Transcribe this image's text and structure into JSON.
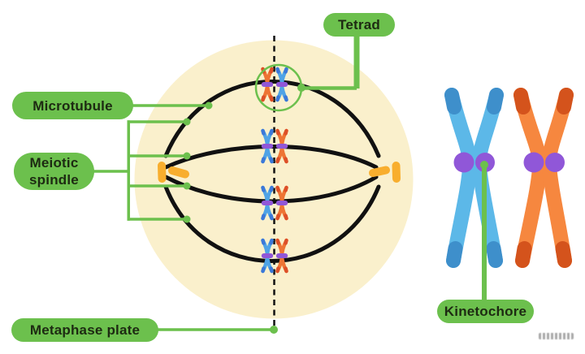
{
  "labels": {
    "tetrad": "Tetrad",
    "microtubule": "Microtubule",
    "meiotic_spindle": "Meiotic spindle",
    "metaphase_plate": "Metaphase plate",
    "kinetochore": "Kinetochore"
  },
  "colors": {
    "background": "#FFFFFF",
    "label_green": "#6CC04D",
    "label_text": "#1D2A12",
    "cell_fill": "#FAF0CC",
    "spindle_black": "#111111",
    "centrosome_orange": "#F8AE2E",
    "chromosome_blue": "#5CB8E8",
    "chromosome_blue_dark": "#3E8FCB",
    "chromosome_orange": "#F6873F",
    "chromosome_orange_dark": "#D4531C",
    "tetrad_blue": "#4FA3E6",
    "tetrad_blue_dark": "#3C78D8",
    "tetrad_orange": "#EE7434",
    "tetrad_orange_dark": "#DD4F28",
    "kinetochore_purple": "#9057D8",
    "watermark_gray": "#9B9B9B"
  }
}
